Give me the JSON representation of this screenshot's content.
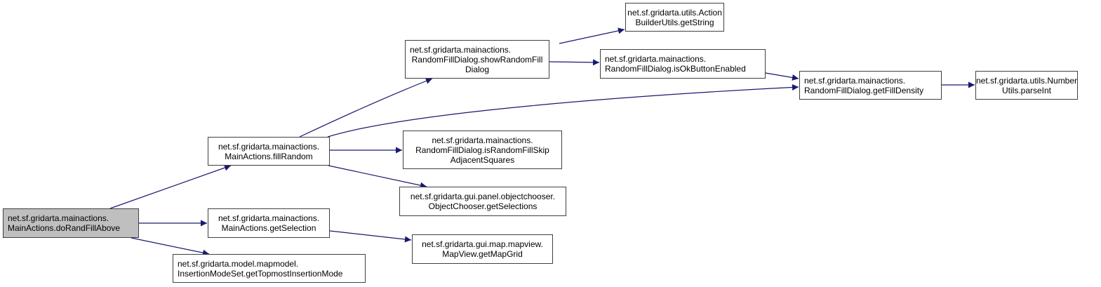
{
  "diagram": {
    "type": "call-graph",
    "colors": {
      "edge": "#191970",
      "border": "#404040",
      "root_fill": "#bfbfbf",
      "node_fill": "#ffffff"
    },
    "nodes": [
      {
        "id": "doRandFillAbove",
        "lines": [
          "net.sf.gridarta.mainactions.",
          "MainActions.doRandFillAbove"
        ],
        "root": true
      },
      {
        "id": "fillRandom",
        "lines": [
          "net.sf.gridarta.mainactions.",
          "MainActions.fillRandom"
        ]
      },
      {
        "id": "getSelection",
        "lines": [
          "net.sf.gridarta.mainactions.",
          "MainActions.getSelection"
        ]
      },
      {
        "id": "getTopmostInsertionMode",
        "lines": [
          "net.sf.gridarta.model.mapmodel.",
          "InsertionModeSet.getTopmostInsertionMode"
        ]
      },
      {
        "id": "showRandomFillDialog",
        "lines": [
          "net.sf.gridarta.mainactions.",
          "RandomFillDialog.showRandomFill",
          "Dialog"
        ]
      },
      {
        "id": "isRandomFillSkipAdjacentSquares",
        "lines": [
          "net.sf.gridarta.mainactions.",
          "RandomFillDialog.isRandomFillSkip",
          "AdjacentSquares"
        ]
      },
      {
        "id": "getSelections",
        "lines": [
          "net.sf.gridarta.gui.panel.objectchooser.",
          "ObjectChooser.getSelections"
        ]
      },
      {
        "id": "getMapGrid",
        "lines": [
          "net.sf.gridarta.gui.map.mapview.",
          "MapView.getMapGrid"
        ]
      },
      {
        "id": "getString",
        "lines": [
          "net.sf.gridarta.utils.Action",
          "BuilderUtils.getString"
        ]
      },
      {
        "id": "isOkButtonEnabled",
        "lines": [
          "net.sf.gridarta.mainactions.",
          "RandomFillDialog.isOkButtonEnabled"
        ]
      },
      {
        "id": "getFillDensity",
        "lines": [
          "net.sf.gridarta.mainactions.",
          "RandomFillDialog.getFillDensity"
        ]
      },
      {
        "id": "parseInt",
        "lines": [
          "net.sf.gridarta.utils.Number",
          "Utils.parseInt"
        ]
      }
    ],
    "edges": [
      {
        "from": "doRandFillAbove",
        "to": "fillRandom"
      },
      {
        "from": "doRandFillAbove",
        "to": "getSelection"
      },
      {
        "from": "doRandFillAbove",
        "to": "getTopmostInsertionMode"
      },
      {
        "from": "fillRandom",
        "to": "showRandomFillDialog"
      },
      {
        "from": "fillRandom",
        "to": "getFillDensity"
      },
      {
        "from": "fillRandom",
        "to": "isRandomFillSkipAdjacentSquares"
      },
      {
        "from": "fillRandom",
        "to": "getSelections"
      },
      {
        "from": "getSelection",
        "to": "getMapGrid"
      },
      {
        "from": "showRandomFillDialog",
        "to": "getString"
      },
      {
        "from": "showRandomFillDialog",
        "to": "isOkButtonEnabled"
      },
      {
        "from": "isOkButtonEnabled",
        "to": "getFillDensity"
      },
      {
        "from": "getFillDensity",
        "to": "parseInt"
      }
    ]
  }
}
